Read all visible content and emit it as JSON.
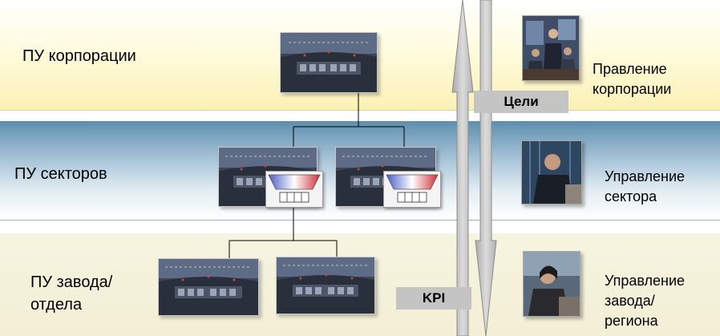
{
  "levels": {
    "corporation": "ПУ корпорации",
    "sectors": "ПУ секторов",
    "plant_line1": "ПУ завода/",
    "plant_line2": "отдела"
  },
  "roles": {
    "corporation_line1": "Правление",
    "corporation_line2": "корпорации",
    "sector_line1": "Управление",
    "sector_line2": "сектора",
    "plant_line1": "Управление",
    "plant_line2": "завода/",
    "plant_line3": "региона"
  },
  "arrows": {
    "goals_label": "Цели",
    "kpi_label": "KPI"
  },
  "colors": {
    "top_band": "#fbf1b6",
    "mid_band": "#5e8fae",
    "bottom_band": "#f3efd6",
    "arrow_fill": "#c8c8c8",
    "label_box": "#c4c4c4"
  }
}
